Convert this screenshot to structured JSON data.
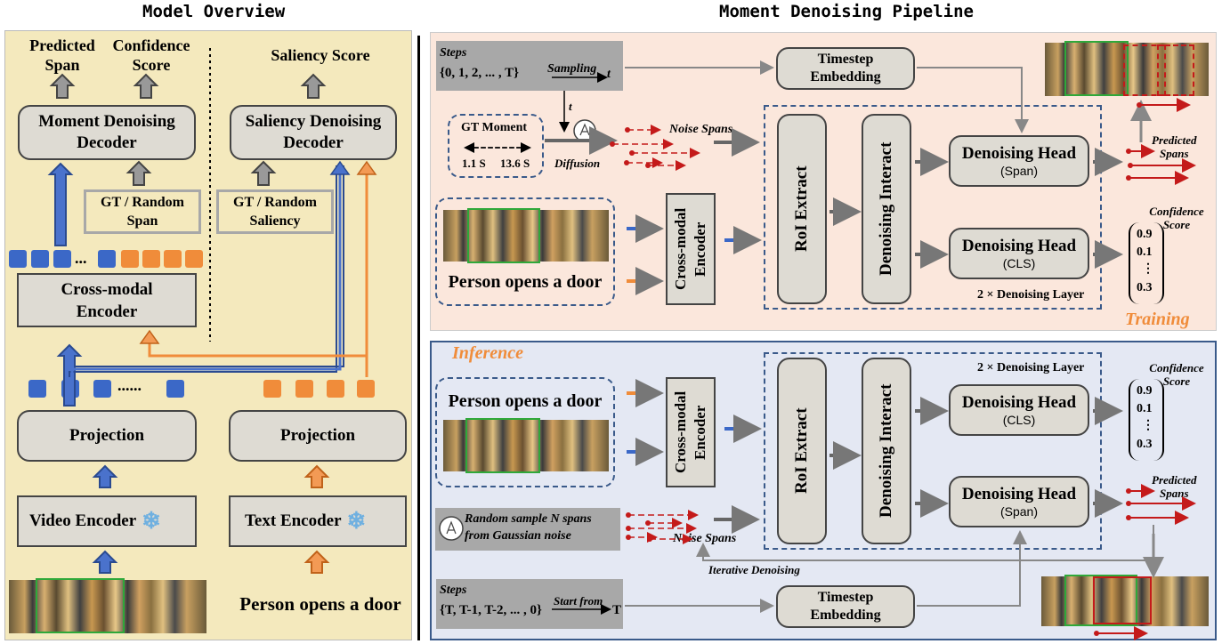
{
  "titles": {
    "left": "Model Overview",
    "right": "Moment Denoising Pipeline"
  },
  "left": {
    "predicted_span": "Predicted\nSpan",
    "confidence_score": "Confidence\nScore",
    "saliency_score": "Saliency Score",
    "moment_decoder": "Moment Denoising\nDecoder",
    "saliency_decoder": "Saliency Denoising\nDecoder",
    "gt_random_span": "GT / Random\nSpan",
    "gt_random_saliency": "GT / Random\nSaliency",
    "dots_top": "...",
    "cross_modal_encoder": "Cross-modal\nEncoder",
    "dots_bottom": "......",
    "projection_video": "Projection",
    "projection_text": "Projection",
    "video_encoder": "Video Encoder",
    "text_encoder": "Text Encoder",
    "query_text": "Person opens a door",
    "frozen_icon": "snowflake-icon"
  },
  "training": {
    "steps_label": "Steps",
    "steps_values": "{0, 1, 2, ... , T}",
    "sampling": "Sampling",
    "t": "t",
    "timestep_embedding": "Timestep\nEmbedding",
    "gt_moment": "GT Moment",
    "start": "1.1 S",
    "end": "13.6 S",
    "diffusion": "Diffusion",
    "noise_spans": "Noise Spans",
    "query_text": "Person opens a door",
    "cross_modal_encoder": "Cross-modal\nEncoder",
    "roi_extract": "RoI Extract",
    "denoising_interact": "Denoising Interact",
    "head_span": "Denoising Head",
    "head_span_sub": "(Span)",
    "head_cls": "Denoising Head",
    "head_cls_sub": "(CLS)",
    "layer_label": "2 × Denoising Layer",
    "predicted_spans": "Predicted\nSpans",
    "confidence_score": "Confidence\nScore",
    "scores": [
      "0.9",
      "0.1",
      "⋮",
      "0.3"
    ],
    "tag": "Training"
  },
  "inference": {
    "tag": "Inference",
    "query_text": "Person opens a door",
    "cross_modal_encoder": "Cross-modal\nEncoder",
    "roi_extract": "RoI Extract",
    "denoising_interact": "Denoising Interact",
    "layer_label": "2 × Denoising Layer",
    "head_cls": "Denoising Head",
    "head_cls_sub": "(CLS)",
    "head_span": "Denoising Head",
    "head_span_sub": "(Span)",
    "confidence_score": "Confidence\nScore",
    "scores": [
      "0.9",
      "0.1",
      "⋮",
      "0.3"
    ],
    "predicted_spans": "Predicted\nSpans",
    "random_sample": "Random sample N spans\nfrom Gaussian noise",
    "noise_spans": "Noise Spans",
    "iterative": "Iterative Denoising",
    "steps_label": "Steps",
    "steps_values": "{T, T-1, T-2, ... , 0}",
    "start_from": "Start from",
    "T": "T",
    "timestep_embedding": "Timestep\nEmbedding"
  },
  "colors": {
    "panel_left": "#f4e9bd",
    "panel_train": "#fbe7dc",
    "panel_infer": "#e4e8f3",
    "blue_arrow": "#3b68c7",
    "orange_arrow": "#f08c3a",
    "red": "#c41a1a",
    "orange_text": "#f08c3a"
  }
}
